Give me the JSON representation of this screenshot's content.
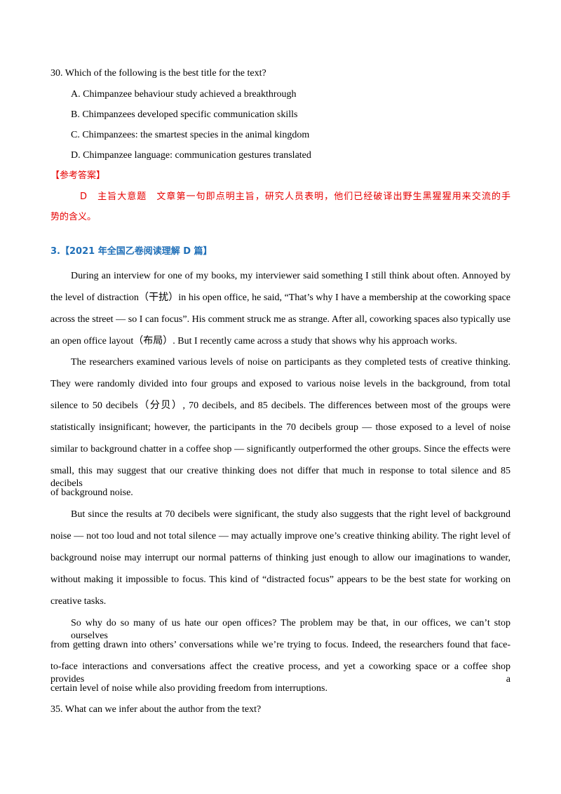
{
  "q30": {
    "question": "30. Which of the following is the best title for the text?",
    "options": [
      "A. Chimpanzee  behaviour  study achieved a  breakthrough",
      "B. Chimpanzees developed specific communication skills",
      "C. Chimpanzees: the smartest species in the animal kingdom",
      "D. Chimpanzee language: communication gestures translated"
    ],
    "answer_header": "【参考答案】",
    "answer_line1": "D　主旨大意题　文章第一句即点明主旨，研究人员表明，他们已经破译出野生黑猩猩用来交流的手",
    "answer_line2": "势的含义。"
  },
  "section": {
    "heading": "3.【2021 年全国乙卷阅读理解 D 篇】"
  },
  "passage": {
    "lines": [
      "During an interview for one of my books, my interviewer said something I still think about often. Annoyed by",
      "the level of distraction（干扰）in his open office, he said, “That’s why I have a membership at the coworking space",
      "across the street — so I can focus”. His comment struck me as strange. After all, coworking spaces also typically use",
      "an open office layout（布局）. But I recently came across a study that shows why his approach works.",
      "The researchers examined various levels of noise on participants as they completed tests of creative thinking.",
      "They were randomly divided into four groups and exposed to various noise levels in the background, from total",
      "silence to 50 decibels（分贝）, 70 decibels, and 85 decibels. The differences between most of the groups were",
      "statistically insignificant; however, the participants in the 70 decibels group — those exposed to a level of noise",
      "similar to background chatter in a coffee shop — significantly outperformed the other groups. Since the effects were",
      "small, this may suggest that our creative thinking does not differ that much in response to total silence and 85 decibels",
      "of background noise.",
      "But since the results at 70 decibels were significant, the study also suggests that the right level of background",
      "noise — not too loud and not total silence — may actually improve one’s creative thinking ability. The right level of",
      "background noise may interrupt our normal patterns of thinking just enough to allow our imaginations to wander,",
      "without making it impossible to focus. This kind of “distracted focus” appears to be the best state for working on",
      "creative tasks.",
      "So why do so many of us hate our open offices? The problem may be that, in our offices, we can’t stop ourselves",
      "from getting drawn into others’ conversations while we’re trying to focus. Indeed, the researchers found that face-",
      "to-face interactions and conversations affect the creative process, and yet a coworking space or a coffee shop provides a",
      "certain level of noise while also providing freedom from interruptions."
    ]
  },
  "q35": {
    "question": "35.  What can we infer about the author from the text?"
  },
  "colors": {
    "answer_red": "#e60000",
    "heading_blue": "#1f6fb8"
  }
}
